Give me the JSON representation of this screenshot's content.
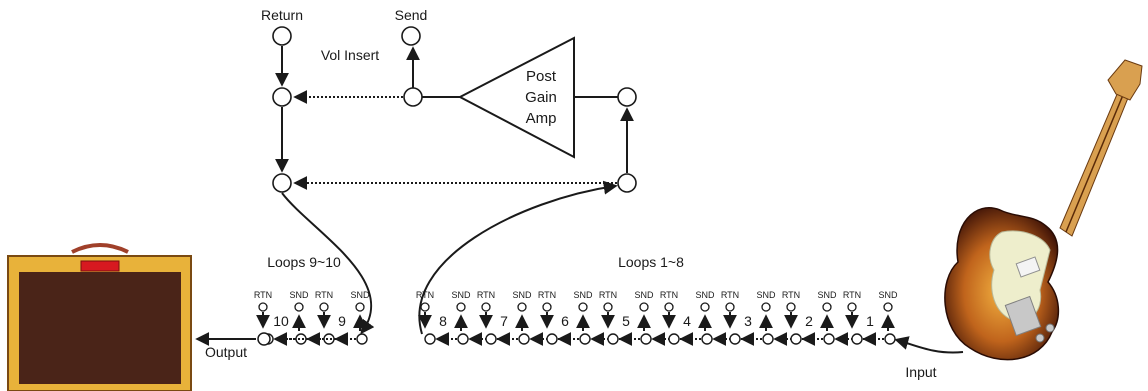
{
  "labels": {
    "return": "Return",
    "send": "Send",
    "vol_insert": "Vol Insert",
    "amp_line1": "Post",
    "amp_line2": "Gain",
    "amp_line3": "Amp",
    "loops_9_10": "Loops 9~10",
    "loops_1_8": "Loops 1~8",
    "output": "Output",
    "input": "Input"
  },
  "loops_right": [
    {
      "num": "8",
      "rtn": "RTN",
      "snd": "SND"
    },
    {
      "num": "7",
      "rtn": "RTN",
      "snd": "SND"
    },
    {
      "num": "6",
      "rtn": "RTN",
      "snd": "SND"
    },
    {
      "num": "5",
      "rtn": "RTN",
      "snd": "SND"
    },
    {
      "num": "4",
      "rtn": "RTN",
      "snd": "SND"
    },
    {
      "num": "3",
      "rtn": "RTN",
      "snd": "SND"
    },
    {
      "num": "2",
      "rtn": "RTN",
      "snd": "SND"
    },
    {
      "num": "1",
      "rtn": "RTN",
      "snd": "SND"
    }
  ],
  "loops_left": [
    {
      "num": "10",
      "rtn": "RTN",
      "snd": "SND"
    },
    {
      "num": "9",
      "rtn": "RTN",
      "snd": "SND"
    }
  ],
  "colors": {
    "amp_body": "#e8b23a",
    "amp_border": "#7a4a12",
    "amp_grille": "#4a2418",
    "amp_badge": "#d71920",
    "amp_handle": "#a0402a",
    "guitar_sunburst": "#7a2c10",
    "guitar_pickguard": "#eeeecc",
    "guitar_neck": "#d9a050"
  }
}
